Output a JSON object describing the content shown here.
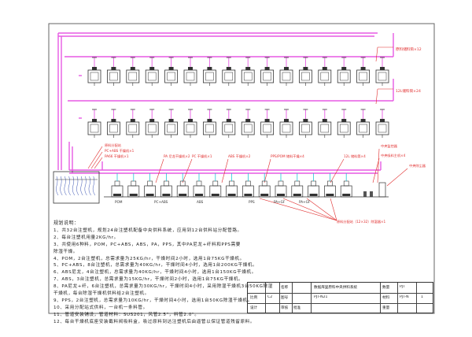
{
  "diagram": {
    "upper_tank_label": "原料储料筒×12",
    "mid_tank_label": "12L储料筒×24",
    "left_label_1": "原料分配站",
    "left_label_2": "PC+ABS 干燥机×1",
    "left_label_3": "PA66 干燥机×1",
    "callout_dryer_1": "PA 尼龙干燥机×2",
    "callout_dryer_2": "PC 干燥机×1",
    "callout_dryer_3": "ABS 干燥机×2",
    "callout_dryer_4": "PPS/POM 储料干燥×4",
    "callout_dryer_5": "12L 储料筒×4",
    "callout_right_1": "中央监控器",
    "callout_right_2": "中央吸料主机×4",
    "callout_right_3": "中央除尘器",
    "bottom_callout": "原料分配站（12×32）除湿器×1",
    "machine_labels": [
      "POM",
      "PC+ABS",
      "ABS",
      "PPS",
      "PA+GF",
      "PA+GF"
    ]
  },
  "notes": {
    "title": "规划说明：",
    "lines": [
      "1、共32台注塑机，规划24台注塑机配备中央供料系统，应用到12台供料站分配管路。",
      "2、每台注塑机用量2KG/hr。",
      "3、共使用6种料，POM，PC+ABS，ABS，PA，PPS，其中PA尼龙+纤料和PPS需要",
      "   除湿干燥。",
      "4、POM，2台注塑机，总需求量为25KG/hr，干燥时间2小时，选用1台75KG干燥机。",
      "5、PC+ABS，8台注塑机，总需求量为40KG/hr，干燥时间4小时，选用1台200KG干燥机。",
      "6、ABS尼龙，4台注塑机，总需求量为40KG/hr，干燥时间4小时，选用1台150KG干燥机。",
      "7、ABS，3台注塑机，总需求量为15KG/hr，干燥时间2小时，选用1台75KG干燥机。",
      "8、PA尼龙+纤，6台注塑机，总需求量为30KG/hr，干燥时间4小时，采用除湿干燥机3台50KG除湿",
      "   干燥机，每台除湿干燥机供料给2台注塑机。",
      "9、PPS，2台注塑机，总需求量为10KG/hr，干燥时间4小时，选用1台50KG除湿干燥机。",
      "10、采用分配站式供料，一台机一条料管。",
      "11、管道安装铺设，管道材料：SUS201，风管2.5\"，料管2.0\"。",
      "12、每台干燥机底座安装截料阀吸料盒，吸过原料到达注塑机后由逼管以保证管道残留原料。"
    ]
  },
  "title_block": {
    "project": "数据库里原料中央供料系统",
    "drawing_no": "PJT-N21",
    "scale": "C2",
    "sheet": "1",
    "design_label": "设计",
    "check_label": "审核",
    "approve_label": "批准",
    "label_a": "名称",
    "label_b": "图号",
    "label_c": "比例",
    "label_d": "数量",
    "label_e": "材料",
    "label_f": "重量",
    "ref1": "PJT",
    "ref2": "PJT-N"
  },
  "colors": {
    "pipe": "#e75ae3",
    "annot": "#e02a2a",
    "line": "#333333",
    "cyan": "#22c7d8",
    "hose": "#5a6fbf"
  }
}
